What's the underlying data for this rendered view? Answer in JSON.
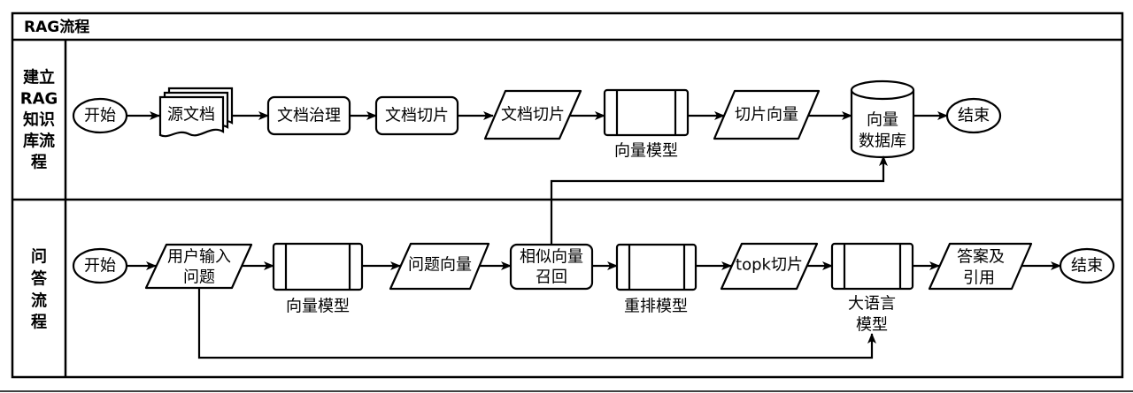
{
  "diagram": {
    "title": "RAG流程",
    "lanes": [
      {
        "id": "build-knowledge-base",
        "label_lines": [
          "建立",
          "RAG",
          "知识",
          "库流",
          "程"
        ],
        "nodes": [
          {
            "id": "start",
            "type": "terminator",
            "lines": [
              "开始"
            ]
          },
          {
            "id": "source-docs",
            "type": "multi-document",
            "lines": [
              "源文档"
            ]
          },
          {
            "id": "doc-governance",
            "type": "process",
            "lines": [
              "文档治理"
            ]
          },
          {
            "id": "doc-chunking",
            "type": "process",
            "lines": [
              "文档切片"
            ]
          },
          {
            "id": "doc-chunks",
            "type": "data",
            "lines": [
              "文档切片"
            ]
          },
          {
            "id": "embedding-model",
            "type": "predefined-process",
            "caption_lines": [
              "向量模型"
            ]
          },
          {
            "id": "chunk-vectors",
            "type": "data",
            "lines": [
              "切片向量"
            ]
          },
          {
            "id": "vector-db",
            "type": "database",
            "lines": [
              "向量",
              "数据库"
            ]
          },
          {
            "id": "end",
            "type": "terminator",
            "lines": [
              "结束"
            ]
          }
        ]
      },
      {
        "id": "question-answering",
        "label_lines": [
          "问",
          "答",
          "流",
          "程"
        ],
        "nodes": [
          {
            "id": "start",
            "type": "terminator",
            "lines": [
              "开始"
            ]
          },
          {
            "id": "user-question",
            "type": "data",
            "lines": [
              "用户输入",
              "问题"
            ]
          },
          {
            "id": "embedding-model",
            "type": "predefined-process",
            "caption_lines": [
              "向量模型"
            ]
          },
          {
            "id": "question-vector",
            "type": "data",
            "lines": [
              "问题向量"
            ]
          },
          {
            "id": "similarity-recall",
            "type": "process",
            "lines": [
              "相似向量",
              "召回"
            ]
          },
          {
            "id": "rerank-model",
            "type": "predefined-process",
            "caption_lines": [
              "重排模型"
            ]
          },
          {
            "id": "topk-chunks",
            "type": "data",
            "lines": [
              "topk切片"
            ]
          },
          {
            "id": "llm",
            "type": "predefined-process",
            "caption_lines": [
              "大语言",
              "模型"
            ]
          },
          {
            "id": "answer",
            "type": "data",
            "lines": [
              "答案及",
              "引用"
            ]
          },
          {
            "id": "end",
            "type": "terminator",
            "lines": [
              "结束"
            ]
          }
        ]
      }
    ],
    "edges": [
      {
        "from": "build.start",
        "to": "build.source-docs"
      },
      {
        "from": "build.source-docs",
        "to": "build.doc-governance"
      },
      {
        "from": "build.doc-governance",
        "to": "build.doc-chunking"
      },
      {
        "from": "build.doc-chunking",
        "to": "build.doc-chunks"
      },
      {
        "from": "build.doc-chunks",
        "to": "build.embedding-model"
      },
      {
        "from": "build.embedding-model",
        "to": "build.chunk-vectors"
      },
      {
        "from": "build.chunk-vectors",
        "to": "build.vector-db"
      },
      {
        "from": "build.vector-db",
        "to": "build.end"
      },
      {
        "from": "qa.start",
        "to": "qa.user-question"
      },
      {
        "from": "qa.user-question",
        "to": "qa.embedding-model"
      },
      {
        "from": "qa.embedding-model",
        "to": "qa.question-vector"
      },
      {
        "from": "qa.question-vector",
        "to": "qa.similarity-recall"
      },
      {
        "from": "qa.similarity-recall",
        "to": "qa.rerank-model"
      },
      {
        "from": "qa.rerank-model",
        "to": "qa.topk-chunks"
      },
      {
        "from": "qa.topk-chunks",
        "to": "qa.llm"
      },
      {
        "from": "qa.llm",
        "to": "qa.answer"
      },
      {
        "from": "qa.answer",
        "to": "qa.end"
      },
      {
        "from": "qa.similarity-recall",
        "to": "build.vector-db"
      },
      {
        "from": "qa.user-question",
        "to": "qa.llm"
      }
    ]
  }
}
